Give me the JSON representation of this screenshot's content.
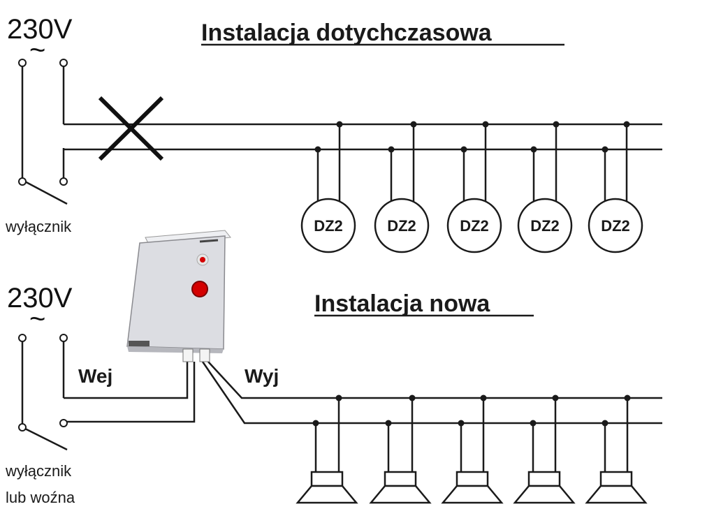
{
  "old_installation": {
    "voltage": "230V",
    "tilde": "~",
    "title": "Instalacja dotychczasowa",
    "switch_label": "wyłącznik",
    "bells": [
      "DZ2",
      "DZ2",
      "DZ2",
      "DZ2",
      "DZ2"
    ]
  },
  "new_installation": {
    "voltage": "230V",
    "tilde": "~",
    "title": "Instalacja nowa",
    "switch_label_line1": "wyłącznik",
    "switch_label_line2": "lub woźna",
    "input_label": "Wej",
    "output_label": "Wyj",
    "speaker_count": 5
  },
  "colors": {
    "line": "#1a1a1a",
    "device_body": "#dcdde2",
    "indicator_red": "#d40000"
  }
}
